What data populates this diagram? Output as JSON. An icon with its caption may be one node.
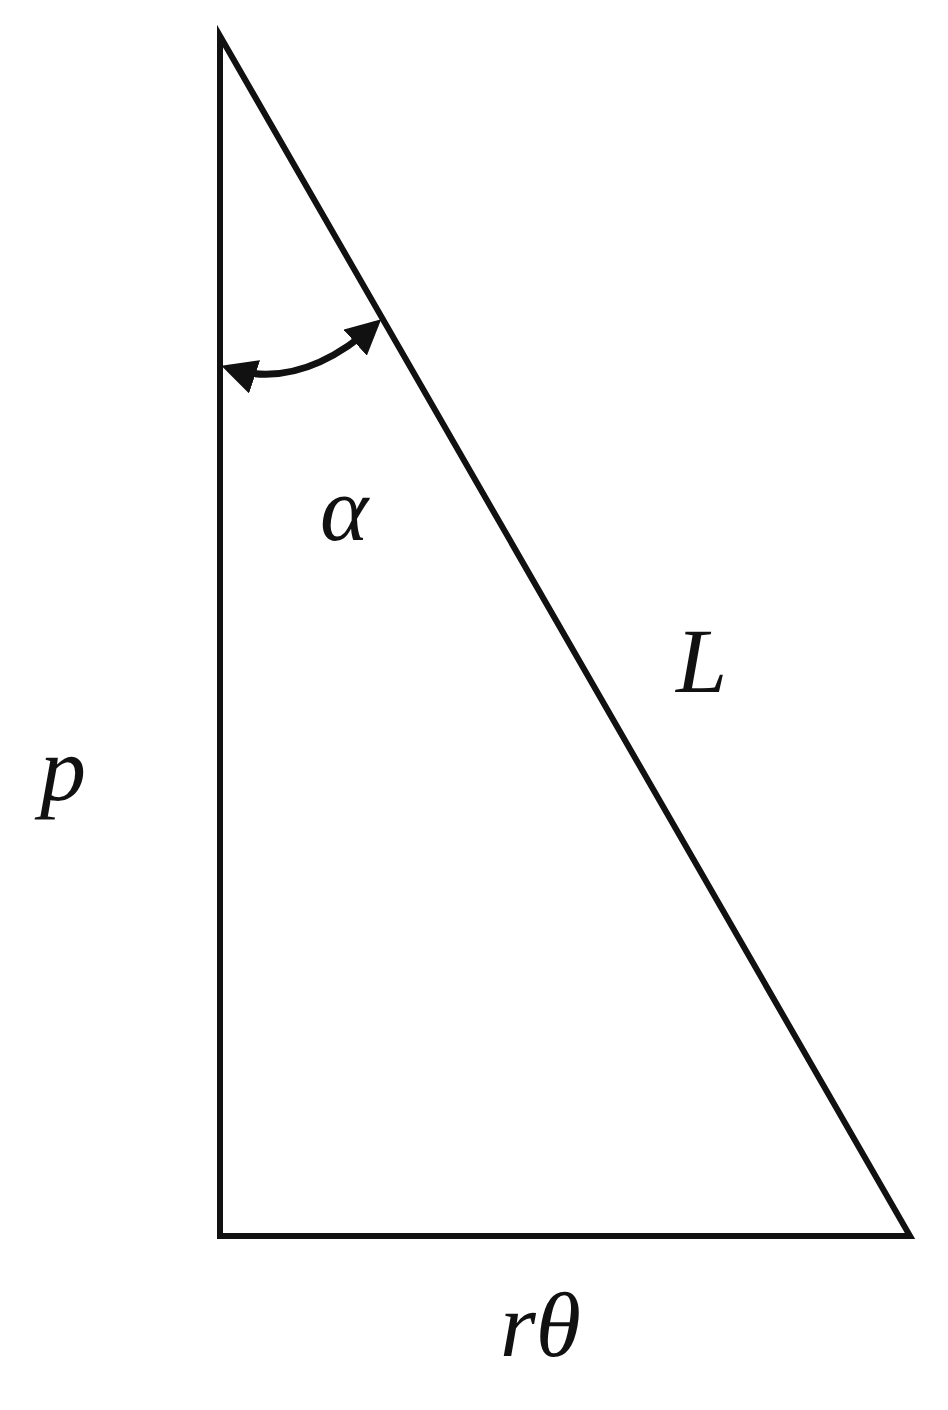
{
  "diagram": {
    "labels": [
      "α",
      "L",
      "p",
      "rθ"
    ]
  }
}
